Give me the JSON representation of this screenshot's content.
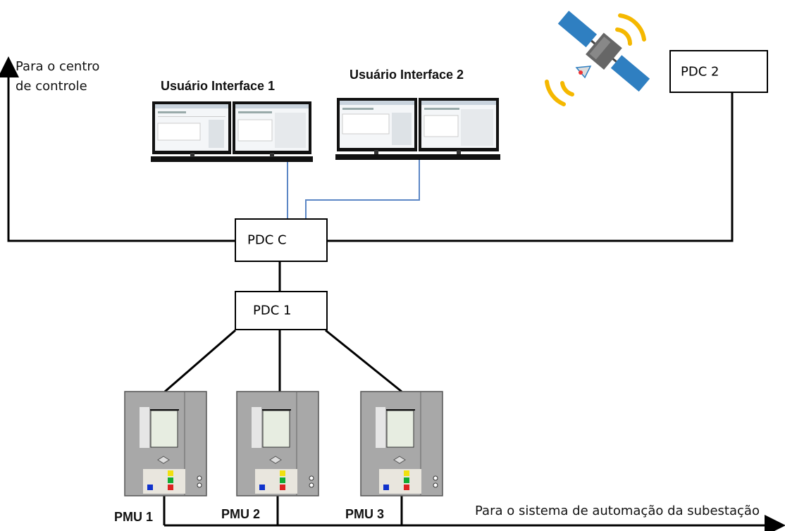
{
  "labels": {
    "control_center": [
      "Para o centro",
      "de controle"
    ],
    "automation": "Para o sistema de automação da subestação"
  },
  "interfaces": [
    {
      "label": "Usuário Interface 1"
    },
    {
      "label": "Usuário Interface 2"
    }
  ],
  "pdcs": {
    "pdc_c": "PDC C",
    "pdc_1": "PDC 1",
    "pdc_2": "PDC 2"
  },
  "pmus": [
    {
      "label": "PMU 1"
    },
    {
      "label": "PMU 2"
    },
    {
      "label": "PMU 3"
    }
  ],
  "colors": {
    "line": "#000000",
    "network_link": "#5b86c5",
    "satellite_panel": "#2f7fc1",
    "signal": "#f5b800",
    "pmu_body": "#a8a8a8",
    "monitor_frame": "#111111"
  },
  "icons": [
    "satellite-icon",
    "monitor-icon",
    "pmu-device-icon"
  ]
}
